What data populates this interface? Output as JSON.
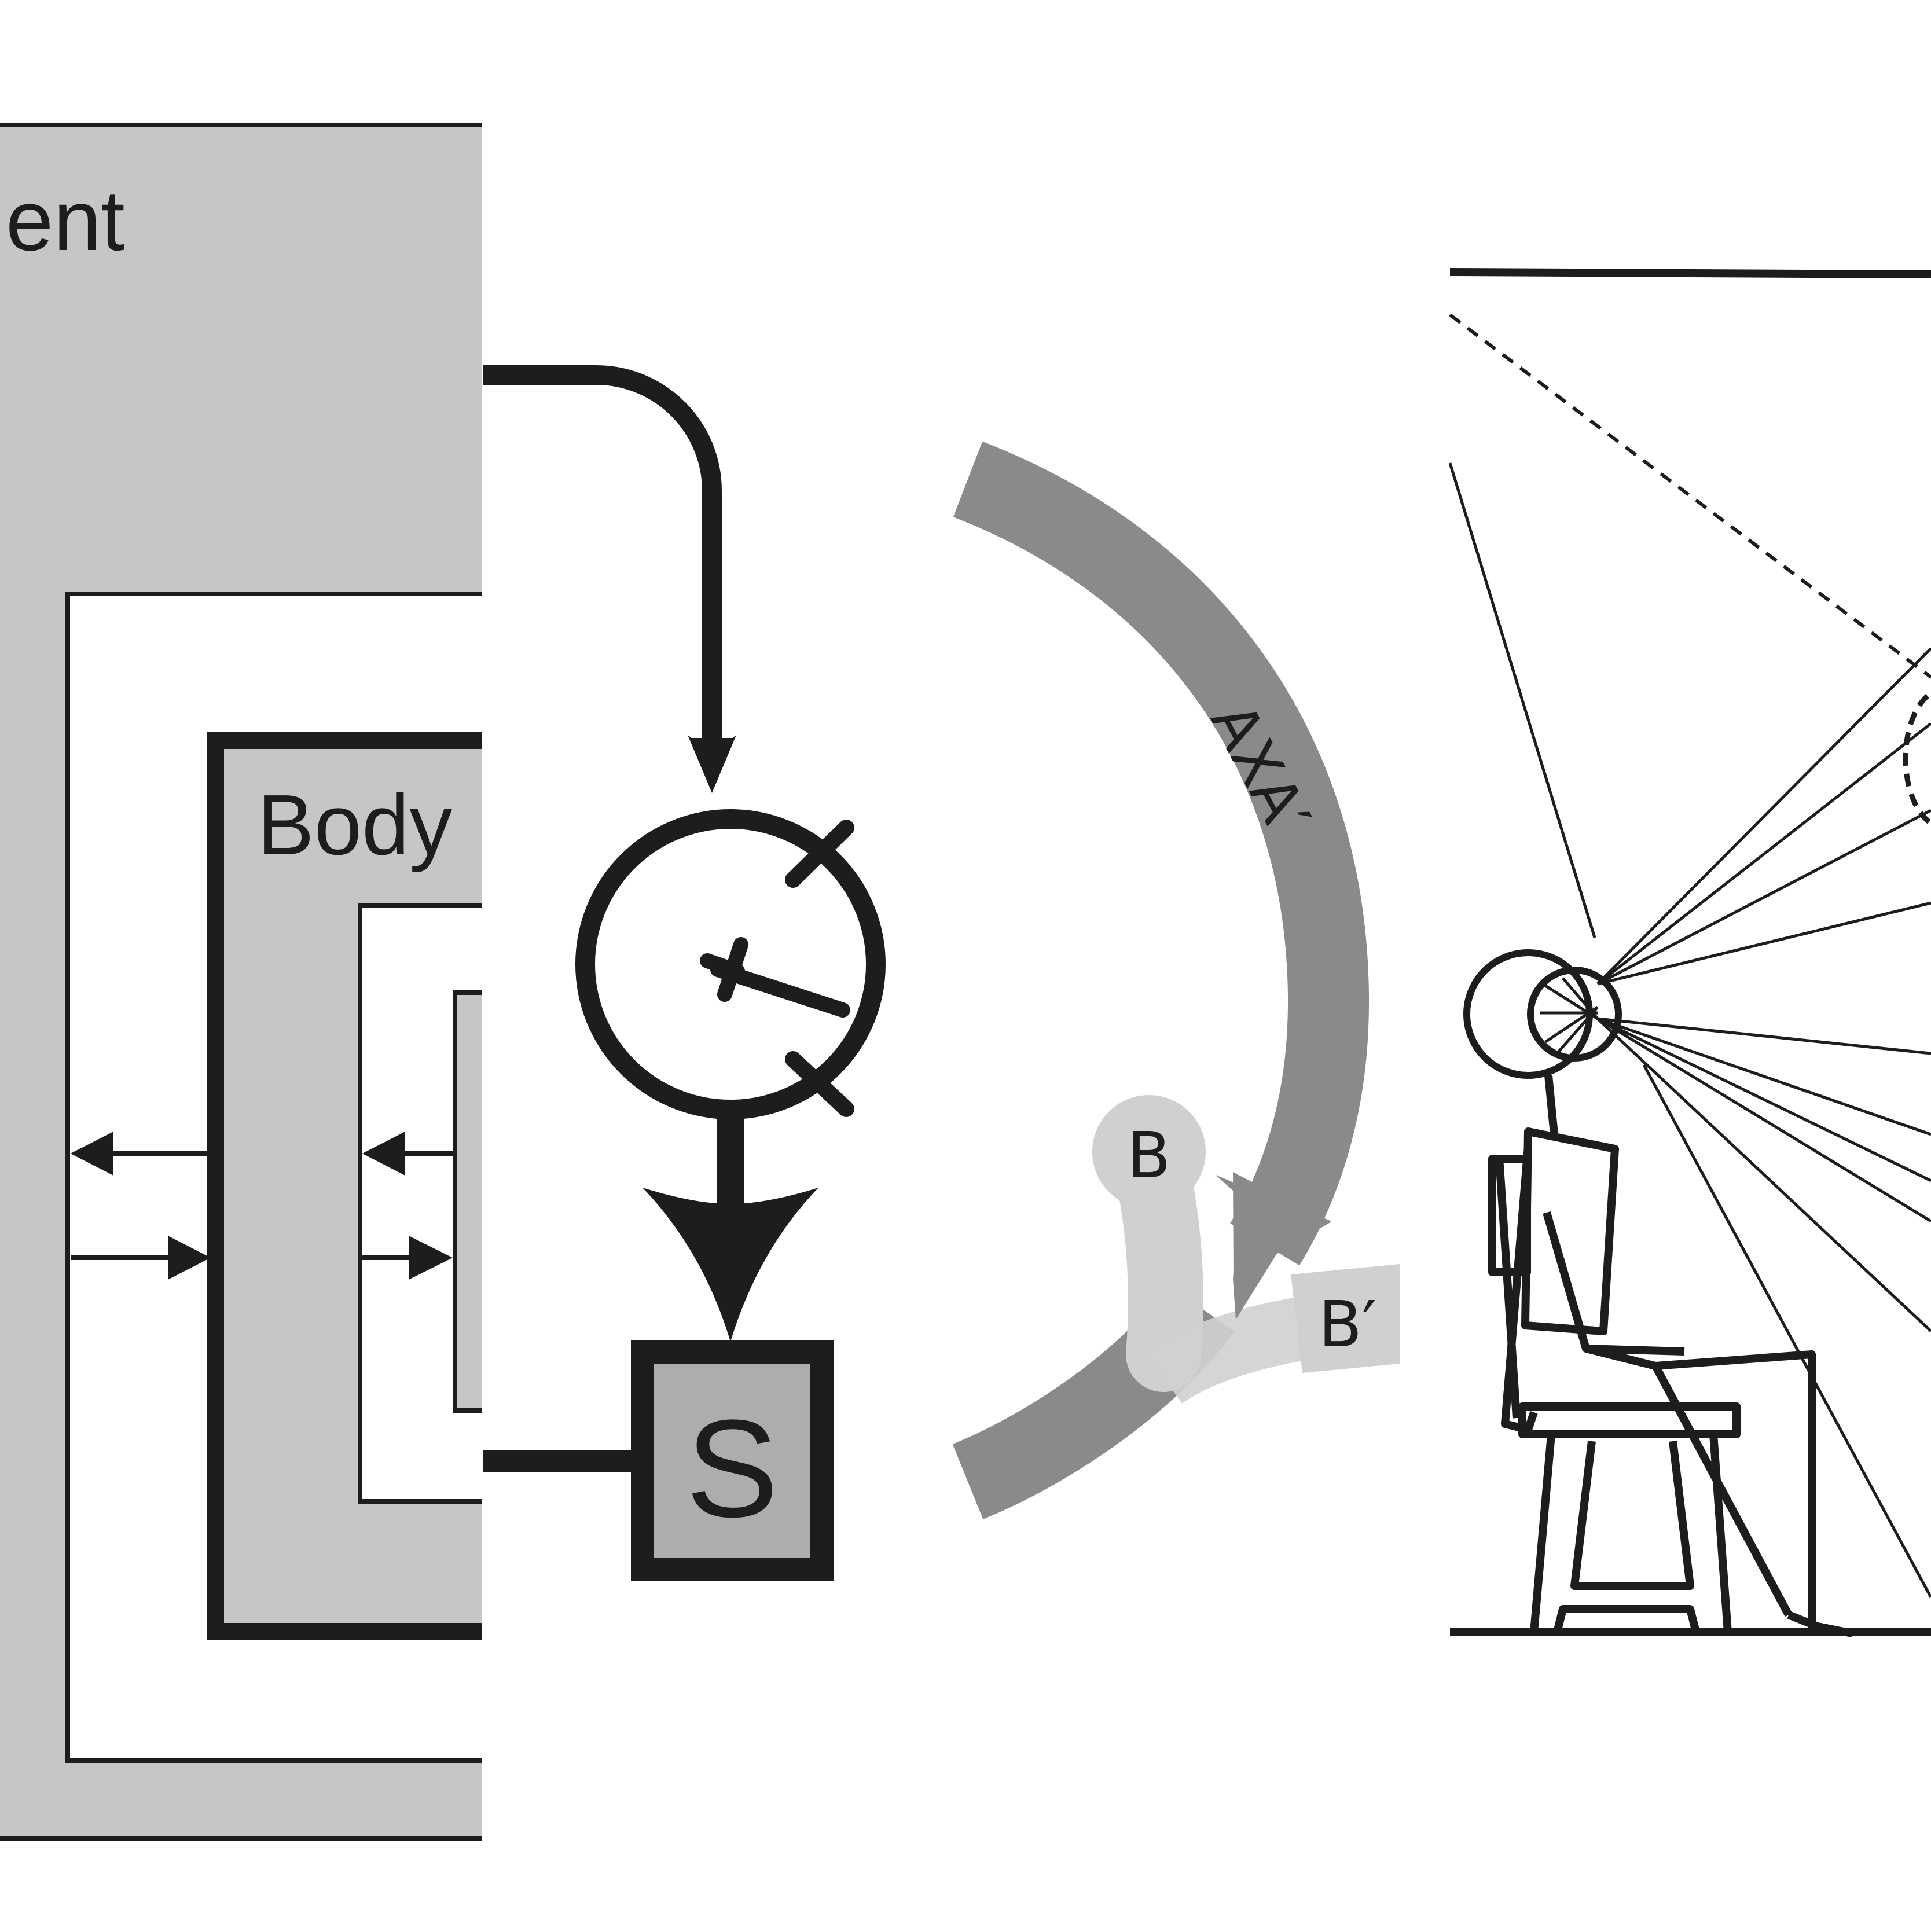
{
  "left_panel": {
    "environment_label": "ent",
    "body_label": "Body"
  },
  "middle_panel": {
    "switch_label": "S"
  },
  "right_panel": {
    "arc_label": "AXA′",
    "b_label": "B",
    "b_prime_label": "B′"
  },
  "colors": {
    "ink": "#1d1d1b",
    "panel_gray": "#c6c6c6",
    "switch_gray": "#adadad",
    "arc_gray": "#8a8a8a",
    "light_gray": "#d0d0d0"
  }
}
